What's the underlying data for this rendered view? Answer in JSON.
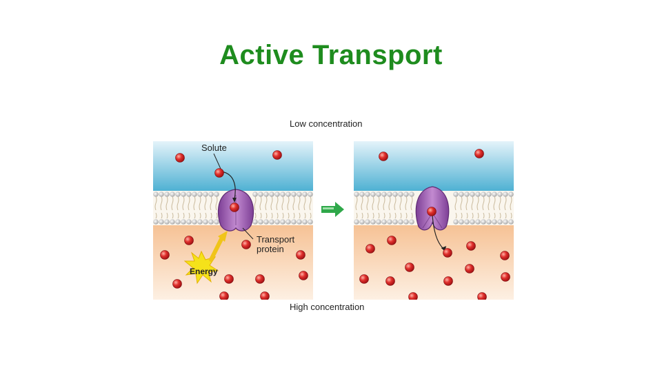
{
  "slide": {
    "title": "Active Transport"
  },
  "diagram": {
    "top_label": "Low concentration",
    "bottom_label": "High concentration",
    "left_panel": {
      "solute_label": "Solute",
      "protein_label_line1": "Transport",
      "protein_label_line2": "protein",
      "energy_label": "Energy"
    },
    "colors": {
      "title_green": "#1e8c1e",
      "water_blue": "#4fb1d3",
      "cytoplasm_peach": "#f7c79a",
      "protein_purple": "#a066b5",
      "solute_red": "#d7262a",
      "energy_yellow": "#f5e21a",
      "arrow_green": "#2fa84a"
    }
  }
}
